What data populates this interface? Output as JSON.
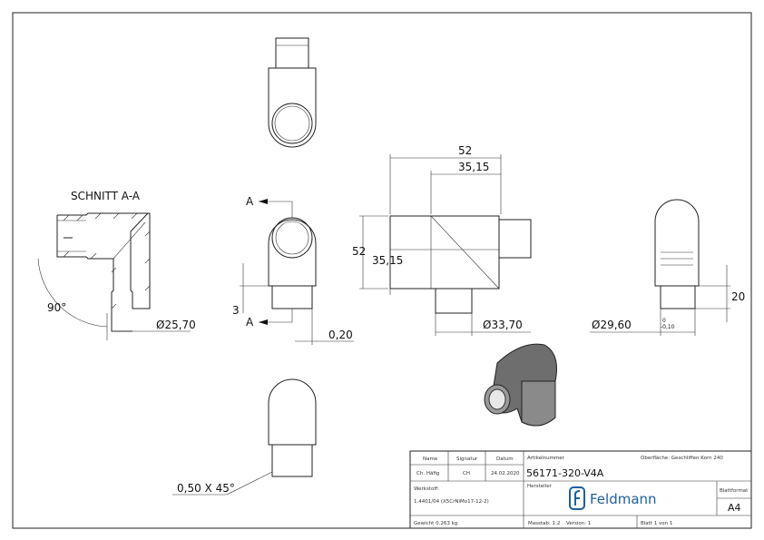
{
  "section": {
    "title": "SCHNITT A-A",
    "angle": "90°",
    "diameter": "25,70"
  },
  "front_view": {
    "section_marker": "A",
    "dim_step": "3",
    "dim_offset": "0,20"
  },
  "side_view": {
    "width": "52",
    "inner_width": "35,15",
    "height": "52",
    "inner_height": "35,15",
    "diameter": "33,70"
  },
  "right_view": {
    "diameter": "29,60",
    "tol_upper": "0",
    "tol_lower": "-0,10",
    "length": "20"
  },
  "bottom_view": {
    "chamfer": "0,50 X 45°"
  },
  "title_block": {
    "name_label": "Name",
    "signature_label": "Signatur",
    "date_label": "Datum",
    "name": "Ch. Häfig",
    "signature": "CH",
    "date": "24.02.2020",
    "article_label": "Artikelnummer",
    "article_number": "56171-320-V4A",
    "surface": "Oberfläche:  Geschliffen Korn 240",
    "material_label": "Werkstoff:",
    "material": "1.4401/04 (X5CrNiMo17-12-2)",
    "manufacturer_label": "Hersteller",
    "brand": "Feldmann",
    "brand_color": "#1f5fa0",
    "format_label": "Blattformat",
    "format": "A4",
    "weight": "Gewicht 0.263 kg",
    "scale": "Masstab: 1:2",
    "version": "Version: 1",
    "sheet": "Blatt 1 von 1"
  }
}
